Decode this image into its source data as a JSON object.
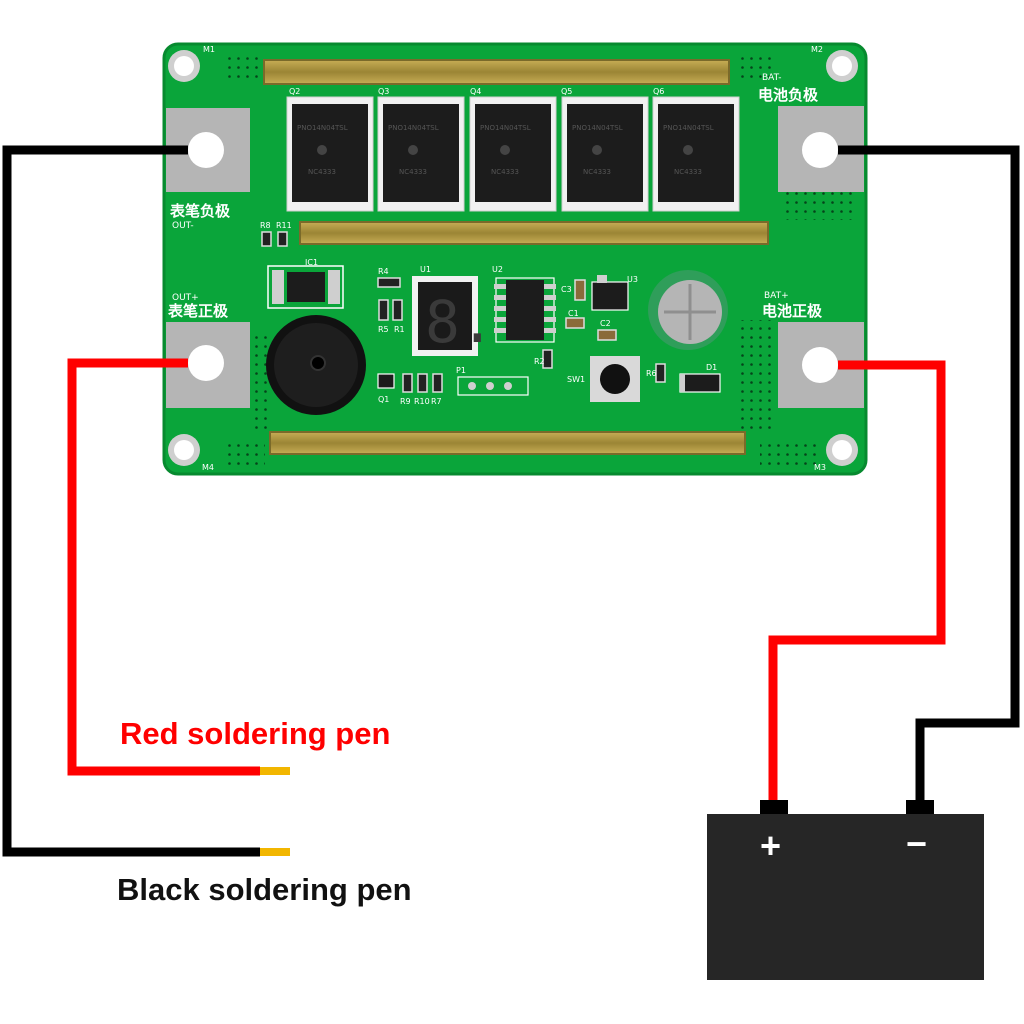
{
  "board": {
    "colors": {
      "pcb": "#0aa53a",
      "pcb_edge": "#078a2f",
      "copper_bar": "#a08a3a",
      "terminal_pad": "#b5b5b5",
      "wire_red": "#ff0000",
      "wire_black": "#000000",
      "pen_tip": "#f2b600",
      "battery": "#262626"
    },
    "corner_labels": [
      "M1",
      "M2",
      "M3",
      "M4"
    ],
    "terminals": {
      "out_minus_cn": "表笔负极",
      "out_minus_en": "OUT-",
      "out_plus_cn": "表笔正极",
      "out_plus_en": "OUT+",
      "bat_minus_cn": "电池负极",
      "bat_minus_en": "BAT-",
      "bat_plus_cn": "电池正极",
      "bat_plus_en": "BAT+"
    },
    "mosfet_refs": [
      "Q2",
      "Q3",
      "Q4",
      "Q5",
      "Q6"
    ],
    "mosfet_markings": [
      "PNO14N04TSL",
      "PNO14N04TSL",
      "PNO14N04TSL",
      "PNO14N04TSL",
      "PNO14N04TSL"
    ],
    "mosfet_codes": [
      "NC4333",
      "NC4333",
      "NC4333",
      "NC4333",
      "NC4333"
    ],
    "component_refs": {
      "ic1": "IC1",
      "u1": "U1",
      "u2": "U2",
      "u3": "U3",
      "p1": "P1",
      "sw1": "SW1",
      "d1": "D1",
      "q1": "Q1",
      "r1": "R1",
      "r2": "R2",
      "r4": "R4",
      "r5": "R5",
      "r6": "R6",
      "r7": "R7",
      "r8": "R8",
      "r9": "R9",
      "r10": "R10",
      "r11": "R11",
      "c1": "C1",
      "c2": "C2",
      "c3": "C3"
    },
    "seg_display": "8."
  },
  "captions": {
    "red_pen": "Red soldering pen",
    "black_pen": "Black soldering pen"
  },
  "battery": {
    "plus": "+",
    "minus": "−"
  }
}
